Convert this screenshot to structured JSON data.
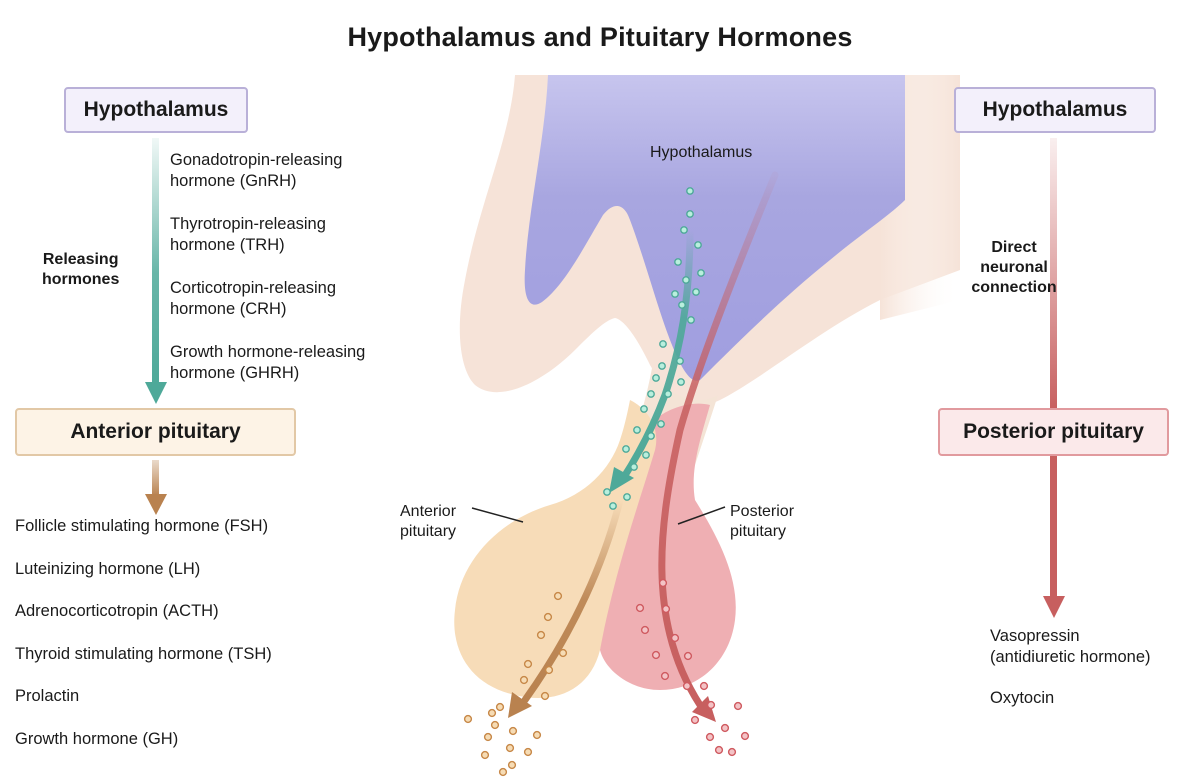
{
  "title": "Hypothalamus and Pituitary Hormones",
  "left": {
    "top_box": "Hypothalamus",
    "side_label": [
      "Releasing",
      "hormones"
    ],
    "releasing_hormones": [
      [
        "Gonadotropin-releasing",
        "hormone (GnRH)"
      ],
      [
        "Thyrotropin-releasing",
        "hormone (TRH)"
      ],
      [
        "Corticotropin-releasing",
        "hormone (CRH)"
      ],
      [
        "Growth hormone-releasing",
        "hormone (GHRH)"
      ]
    ],
    "bottom_box": "Anterior pituitary",
    "anterior_hormones": [
      "Follicle stimulating hormone (FSH)",
      "Luteinizing hormone (LH)",
      "Adrenocorticotropin (ACTH)",
      "Thyroid stimulating hormone (TSH)",
      "Prolactin",
      "Growth hormone (GH)"
    ]
  },
  "center": {
    "hypothalamus_label": "Hypothalamus",
    "anterior_label": [
      "Anterior",
      "pituitary"
    ],
    "posterior_label": [
      "Posterior",
      "pituitary"
    ]
  },
  "right": {
    "top_box": "Hypothalamus",
    "side_label": [
      "Direct",
      "neuronal",
      "connection"
    ],
    "bottom_box": "Posterior pituitary",
    "posterior_hormones": [
      [
        "Vasopressin",
        "(antidiuretic hormone)"
      ],
      [
        "Oxytocin"
      ]
    ]
  },
  "colors": {
    "hypothalamus": "#a8a6e0",
    "tissue": "#f6e3d8",
    "anterior": "#f7dcb8",
    "posterior": "#efafb3",
    "teal_arrow": "#4ea999",
    "brown_arrow": "#b9824f",
    "red_arrow": "#c75f5f",
    "teal_dot": "#7fd7bb",
    "brown_dot": "#d09050",
    "red_dot": "#d9686d"
  }
}
